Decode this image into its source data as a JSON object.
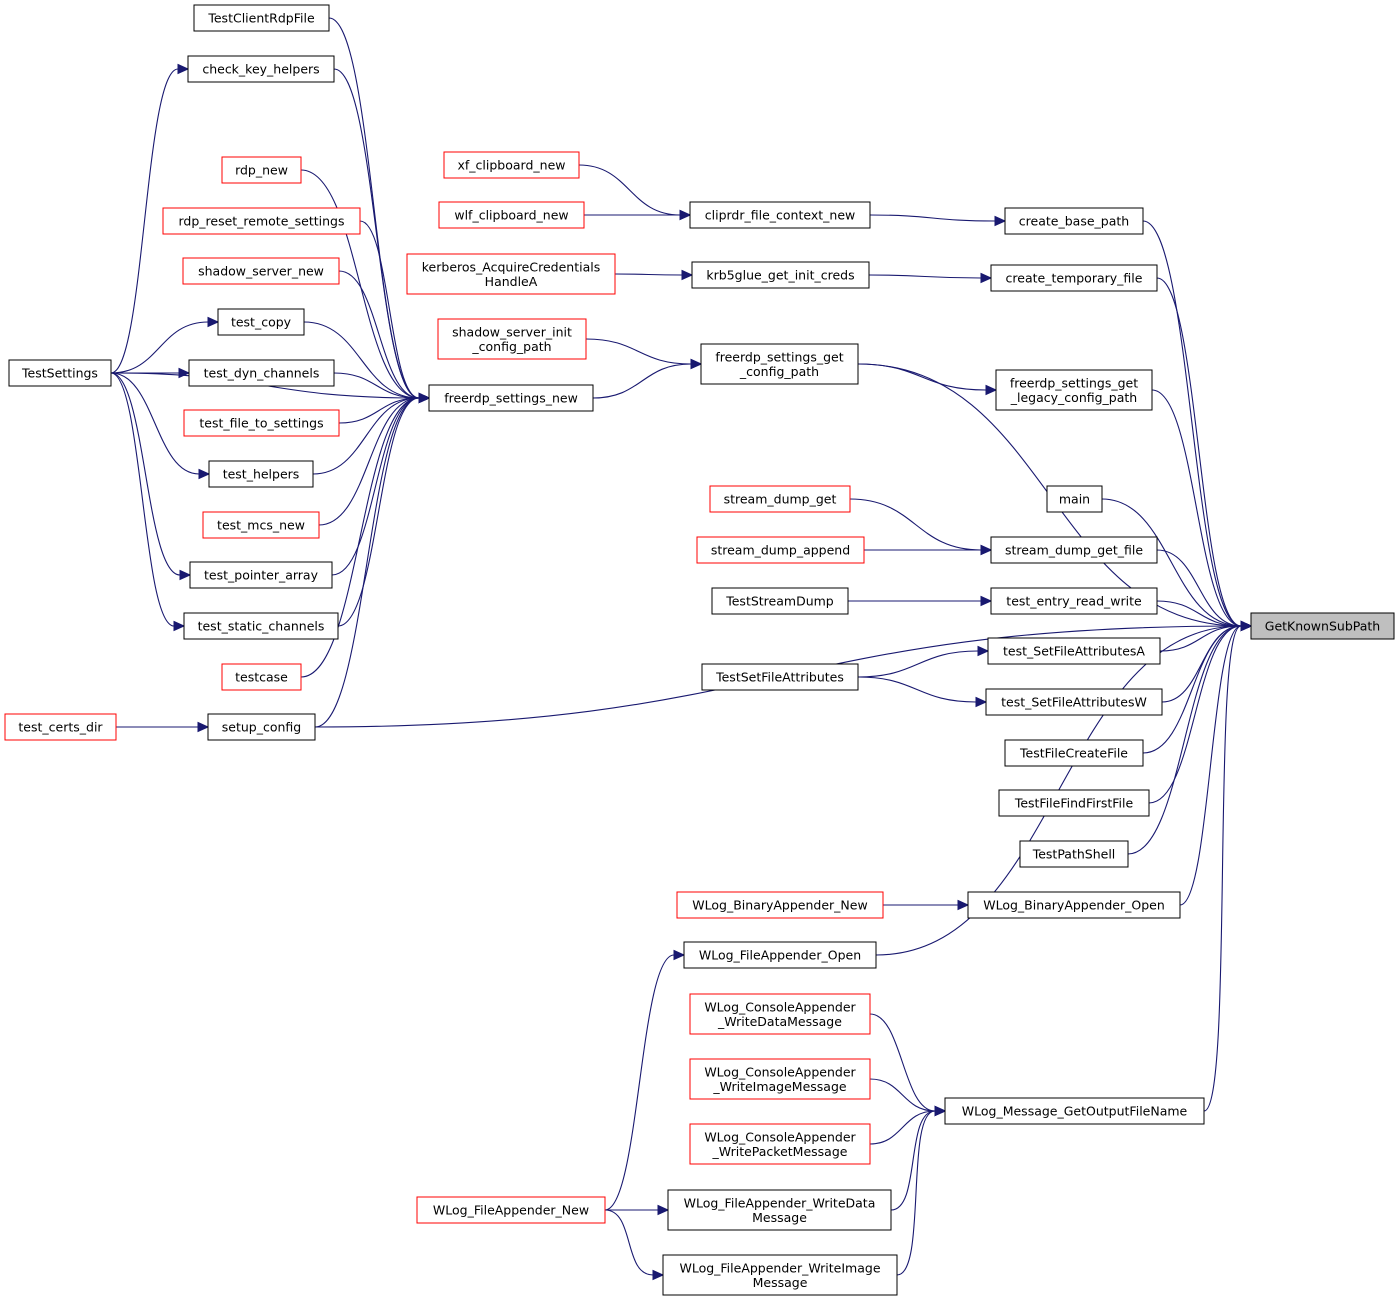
{
  "colors": {
    "edge": "#191970",
    "border_normal": "#000000",
    "border_red": "#ff0000",
    "target_fill": "#bfbfbf"
  },
  "nodes": [
    {
      "id": "GetKnownSubPath",
      "label": [
        "GetKnownSubPath"
      ],
      "style": "target"
    },
    {
      "id": "create_base_path",
      "label": [
        "create_base_path"
      ],
      "style": "black"
    },
    {
      "id": "create_temporary_file",
      "label": [
        "create_temporary_file"
      ],
      "style": "black"
    },
    {
      "id": "freerdp_settings_get_config_path",
      "label": [
        "freerdp_settings_get",
        "_config_path"
      ],
      "style": "black"
    },
    {
      "id": "freerdp_settings_get_legacy_config_path",
      "label": [
        "freerdp_settings_get",
        "_legacy_config_path"
      ],
      "style": "black"
    },
    {
      "id": "setup_config",
      "label": [
        "setup_config"
      ],
      "style": "black"
    },
    {
      "id": "main",
      "label": [
        "main"
      ],
      "style": "black"
    },
    {
      "id": "stream_dump_get_file",
      "label": [
        "stream_dump_get_file"
      ],
      "style": "black"
    },
    {
      "id": "test_entry_read_write",
      "label": [
        "test_entry_read_write"
      ],
      "style": "black"
    },
    {
      "id": "test_SetFileAttributesA",
      "label": [
        "test_SetFileAttributesA"
      ],
      "style": "black"
    },
    {
      "id": "test_SetFileAttributesW",
      "label": [
        "test_SetFileAttributesW"
      ],
      "style": "black"
    },
    {
      "id": "TestFileCreateFile",
      "label": [
        "TestFileCreateFile"
      ],
      "style": "black"
    },
    {
      "id": "TestFileFindFirstFile",
      "label": [
        "TestFileFindFirstFile"
      ],
      "style": "black"
    },
    {
      "id": "TestPathShell",
      "label": [
        "TestPathShell"
      ],
      "style": "black"
    },
    {
      "id": "WLog_BinaryAppender_Open",
      "label": [
        "WLog_BinaryAppender_Open"
      ],
      "style": "black"
    },
    {
      "id": "WLog_FileAppender_Open",
      "label": [
        "WLog_FileAppender_Open"
      ],
      "style": "black"
    },
    {
      "id": "WLog_Message_GetOutputFileName",
      "label": [
        "WLog_Message_GetOutputFileName"
      ],
      "style": "black"
    },
    {
      "id": "cliprdr_file_context_new",
      "label": [
        "cliprdr_file_context_new"
      ],
      "style": "black"
    },
    {
      "id": "krb5glue_get_init_creds",
      "label": [
        "krb5glue_get_init_creds"
      ],
      "style": "black"
    },
    {
      "id": "freerdp_settings_new",
      "label": [
        "freerdp_settings_new"
      ],
      "style": "black"
    },
    {
      "id": "shadow_server_init_config_path",
      "label": [
        "shadow_server_init",
        "_config_path"
      ],
      "style": "red"
    },
    {
      "id": "xf_clipboard_new",
      "label": [
        "xf_clipboard_new"
      ],
      "style": "red"
    },
    {
      "id": "wlf_clipboard_new",
      "label": [
        "wlf_clipboard_new"
      ],
      "style": "red"
    },
    {
      "id": "kerberos_AcquireCredentialsHandleA",
      "label": [
        "kerberos_AcquireCredentials",
        "HandleA"
      ],
      "style": "red"
    },
    {
      "id": "stream_dump_get",
      "label": [
        "stream_dump_get"
      ],
      "style": "red"
    },
    {
      "id": "stream_dump_append",
      "label": [
        "stream_dump_append"
      ],
      "style": "red"
    },
    {
      "id": "TestStreamDump",
      "label": [
        "TestStreamDump"
      ],
      "style": "black"
    },
    {
      "id": "TestSetFileAttributes",
      "label": [
        "TestSetFileAttributes"
      ],
      "style": "black"
    },
    {
      "id": "WLog_BinaryAppender_New",
      "label": [
        "WLog_BinaryAppender_New"
      ],
      "style": "red"
    },
    {
      "id": "WLog_FileAppender_New",
      "label": [
        "WLog_FileAppender_New"
      ],
      "style": "red"
    },
    {
      "id": "WLog_ConsoleAppender_WriteDataMessage",
      "label": [
        "WLog_ConsoleAppender",
        "_WriteDataMessage"
      ],
      "style": "red"
    },
    {
      "id": "WLog_ConsoleAppender_WriteImageMessage",
      "label": [
        "WLog_ConsoleAppender",
        "_WriteImageMessage"
      ],
      "style": "red"
    },
    {
      "id": "WLog_ConsoleAppender_WritePacketMessage",
      "label": [
        "WLog_ConsoleAppender",
        "_WritePacketMessage"
      ],
      "style": "red"
    },
    {
      "id": "WLog_FileAppender_WriteDataMessage",
      "label": [
        "WLog_FileAppender_WriteData",
        "Message"
      ],
      "style": "black"
    },
    {
      "id": "WLog_FileAppender_WriteImageMessage",
      "label": [
        "WLog_FileAppender_WriteImage",
        "Message"
      ],
      "style": "black"
    },
    {
      "id": "TestClientRdpFile",
      "label": [
        "TestClientRdpFile"
      ],
      "style": "black"
    },
    {
      "id": "check_key_helpers",
      "label": [
        "check_key_helpers"
      ],
      "style": "black"
    },
    {
      "id": "rdp_new",
      "label": [
        "rdp_new"
      ],
      "style": "red"
    },
    {
      "id": "rdp_reset_remote_settings",
      "label": [
        "rdp_reset_remote_settings"
      ],
      "style": "red"
    },
    {
      "id": "shadow_server_new",
      "label": [
        "shadow_server_new"
      ],
      "style": "red"
    },
    {
      "id": "test_copy",
      "label": [
        "test_copy"
      ],
      "style": "black"
    },
    {
      "id": "test_dyn_channels",
      "label": [
        "test_dyn_channels"
      ],
      "style": "black"
    },
    {
      "id": "test_file_to_settings",
      "label": [
        "test_file_to_settings"
      ],
      "style": "red"
    },
    {
      "id": "test_helpers",
      "label": [
        "test_helpers"
      ],
      "style": "black"
    },
    {
      "id": "test_mcs_new",
      "label": [
        "test_mcs_new"
      ],
      "style": "red"
    },
    {
      "id": "test_pointer_array",
      "label": [
        "test_pointer_array"
      ],
      "style": "black"
    },
    {
      "id": "test_static_channels",
      "label": [
        "test_static_channels"
      ],
      "style": "black"
    },
    {
      "id": "testcase",
      "label": [
        "testcase"
      ],
      "style": "red"
    },
    {
      "id": "TestSettings",
      "label": [
        "TestSettings"
      ],
      "style": "black"
    },
    {
      "id": "test_certs_dir",
      "label": [
        "test_certs_dir"
      ],
      "style": "red"
    }
  ],
  "edges": [
    [
      "create_base_path",
      "GetKnownSubPath"
    ],
    [
      "create_temporary_file",
      "GetKnownSubPath"
    ],
    [
      "freerdp_settings_get_config_path",
      "GetKnownSubPath"
    ],
    [
      "freerdp_settings_get_legacy_config_path",
      "GetKnownSubPath"
    ],
    [
      "setup_config",
      "GetKnownSubPath"
    ],
    [
      "main",
      "GetKnownSubPath"
    ],
    [
      "stream_dump_get_file",
      "GetKnownSubPath"
    ],
    [
      "test_entry_read_write",
      "GetKnownSubPath"
    ],
    [
      "test_SetFileAttributesA",
      "GetKnownSubPath"
    ],
    [
      "test_SetFileAttributesW",
      "GetKnownSubPath"
    ],
    [
      "TestFileCreateFile",
      "GetKnownSubPath"
    ],
    [
      "TestFileFindFirstFile",
      "GetKnownSubPath"
    ],
    [
      "TestPathShell",
      "GetKnownSubPath"
    ],
    [
      "WLog_BinaryAppender_Open",
      "GetKnownSubPath"
    ],
    [
      "WLog_FileAppender_Open",
      "GetKnownSubPath"
    ],
    [
      "WLog_Message_GetOutputFileName",
      "GetKnownSubPath"
    ],
    [
      "cliprdr_file_context_new",
      "create_base_path"
    ],
    [
      "xf_clipboard_new",
      "cliprdr_file_context_new"
    ],
    [
      "wlf_clipboard_new",
      "cliprdr_file_context_new"
    ],
    [
      "krb5glue_get_init_creds",
      "create_temporary_file"
    ],
    [
      "kerberos_AcquireCredentialsHandleA",
      "krb5glue_get_init_creds"
    ],
    [
      "freerdp_settings_get_config_path",
      "freerdp_settings_get_legacy_config_path"
    ],
    [
      "freerdp_settings_new",
      "freerdp_settings_get_config_path"
    ],
    [
      "shadow_server_init_config_path",
      "freerdp_settings_get_config_path"
    ],
    [
      "TestClientRdpFile",
      "freerdp_settings_new"
    ],
    [
      "check_key_helpers",
      "freerdp_settings_new"
    ],
    [
      "rdp_new",
      "freerdp_settings_new"
    ],
    [
      "rdp_reset_remote_settings",
      "freerdp_settings_new"
    ],
    [
      "shadow_server_new",
      "freerdp_settings_new"
    ],
    [
      "test_copy",
      "freerdp_settings_new"
    ],
    [
      "test_dyn_channels",
      "freerdp_settings_new"
    ],
    [
      "test_file_to_settings",
      "freerdp_settings_new"
    ],
    [
      "test_helpers",
      "freerdp_settings_new"
    ],
    [
      "test_mcs_new",
      "freerdp_settings_new"
    ],
    [
      "test_pointer_array",
      "freerdp_settings_new"
    ],
    [
      "test_static_channels",
      "freerdp_settings_new"
    ],
    [
      "testcase",
      "freerdp_settings_new"
    ],
    [
      "setup_config",
      "freerdp_settings_new"
    ],
    [
      "TestSettings",
      "freerdp_settings_new"
    ],
    [
      "TestSettings",
      "check_key_helpers"
    ],
    [
      "TestSettings",
      "test_copy"
    ],
    [
      "TestSettings",
      "test_dyn_channels"
    ],
    [
      "TestSettings",
      "test_helpers"
    ],
    [
      "TestSettings",
      "test_pointer_array"
    ],
    [
      "TestSettings",
      "test_static_channels"
    ],
    [
      "test_certs_dir",
      "setup_config"
    ],
    [
      "stream_dump_get",
      "stream_dump_get_file"
    ],
    [
      "stream_dump_append",
      "stream_dump_get_file"
    ],
    [
      "TestStreamDump",
      "test_entry_read_write"
    ],
    [
      "TestSetFileAttributes",
      "test_SetFileAttributesA"
    ],
    [
      "TestSetFileAttributes",
      "test_SetFileAttributesW"
    ],
    [
      "WLog_BinaryAppender_New",
      "WLog_BinaryAppender_Open"
    ],
    [
      "WLog_FileAppender_New",
      "WLog_FileAppender_Open"
    ],
    [
      "WLog_ConsoleAppender_WriteDataMessage",
      "WLog_Message_GetOutputFileName"
    ],
    [
      "WLog_ConsoleAppender_WriteImageMessage",
      "WLog_Message_GetOutputFileName"
    ],
    [
      "WLog_ConsoleAppender_WritePacketMessage",
      "WLog_Message_GetOutputFileName"
    ],
    [
      "WLog_FileAppender_WriteDataMessage",
      "WLog_Message_GetOutputFileName"
    ],
    [
      "WLog_FileAppender_WriteImageMessage",
      "WLog_Message_GetOutputFileName"
    ],
    [
      "WLog_FileAppender_New",
      "WLog_FileAppender_WriteDataMessage"
    ],
    [
      "WLog_FileAppender_New",
      "WLog_FileAppender_WriteImageMessage"
    ]
  ]
}
